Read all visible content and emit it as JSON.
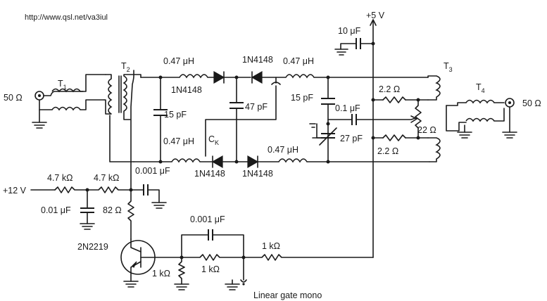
{
  "source_url": "http://www.qsl.net/va3iul",
  "labels": {
    "supply_5v": "+5 V",
    "supply_12v": "+12 V",
    "in_impedance": "50 Ω",
    "out_impedance": "50 Ω",
    "t1": "T",
    "t1_sub": "1",
    "t2": "T",
    "t2_sub": "2",
    "t3": "T",
    "t3_sub": "3",
    "t4": "T",
    "t4_sub": "4",
    "c_10uf": "10 μF",
    "l_top_left": "0.47 μH",
    "l_top_right": "0.47 μH",
    "l_bot_left": "0.47 μH",
    "l_bot_right": "0.47 μH",
    "d_top_left": "1N4148",
    "d_top_right": "1N4148",
    "d_bot_left": "1N4148",
    "d_bot_right": "1N4148",
    "c_15pf_left": "15 pF",
    "c_47pf": "47 pF",
    "c_15pf_right": "15 pF",
    "ck": "C",
    "ck_sub": "K",
    "c_01uf": "0.1 μF",
    "c_27pf": "27 pF",
    "r_22_top": "2.2 Ω",
    "r_22_bot": "2.2 Ω",
    "r_22": "22 Ω",
    "r_47k_a": "4.7 kΩ",
    "r_47k_b": "4.7 kΩ",
    "c_0001_a": "0.001 μF",
    "c_001": "0.01 μF",
    "r_82": "82 Ω",
    "c_0001_b": "0.001 μF",
    "r_1k_right": "1 kΩ",
    "r_1k_mid": "1 kΩ",
    "r_1k_base": "1 kΩ",
    "transistor": "2N2219",
    "gate_input": "Linear gate mono"
  }
}
